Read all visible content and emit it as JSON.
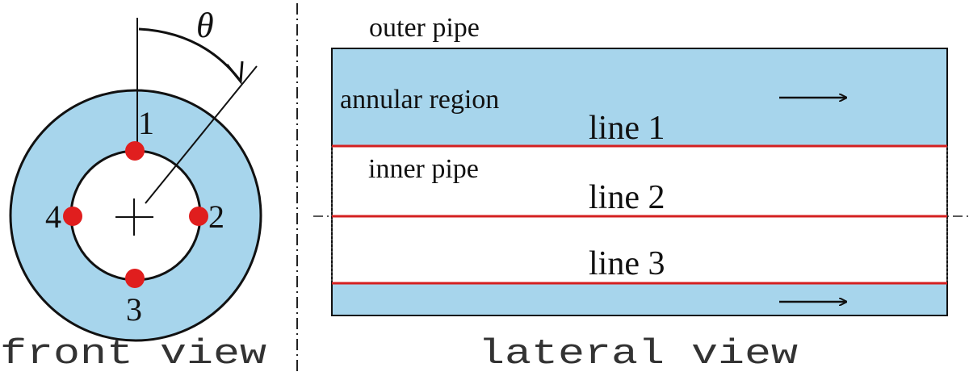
{
  "colors": {
    "annulus_fill": "#a7d5ec",
    "inner_fill": "#ffffff",
    "outline": "#111111",
    "probe_marker": "#e01e1e",
    "measurement_line": "#d42020",
    "caption_text": "#333333"
  },
  "front_view": {
    "caption": "front view",
    "angle_symbol": "θ",
    "probes": [
      {
        "label": "1"
      },
      {
        "label": "2"
      },
      {
        "label": "3"
      },
      {
        "label": "4"
      }
    ],
    "center_mark_icon": "plus-cross-icon",
    "angle_arrow_icon": "curved-arrow-icon"
  },
  "lateral_view": {
    "caption": "lateral view",
    "outer_pipe_label": "outer pipe",
    "annular_region_label": "annular region",
    "inner_pipe_label": "inner pipe",
    "lines": [
      {
        "label": "line 1"
      },
      {
        "label": "line 2"
      },
      {
        "label": "line 3"
      }
    ],
    "flow_arrow_icon": "right-arrow-icon"
  }
}
